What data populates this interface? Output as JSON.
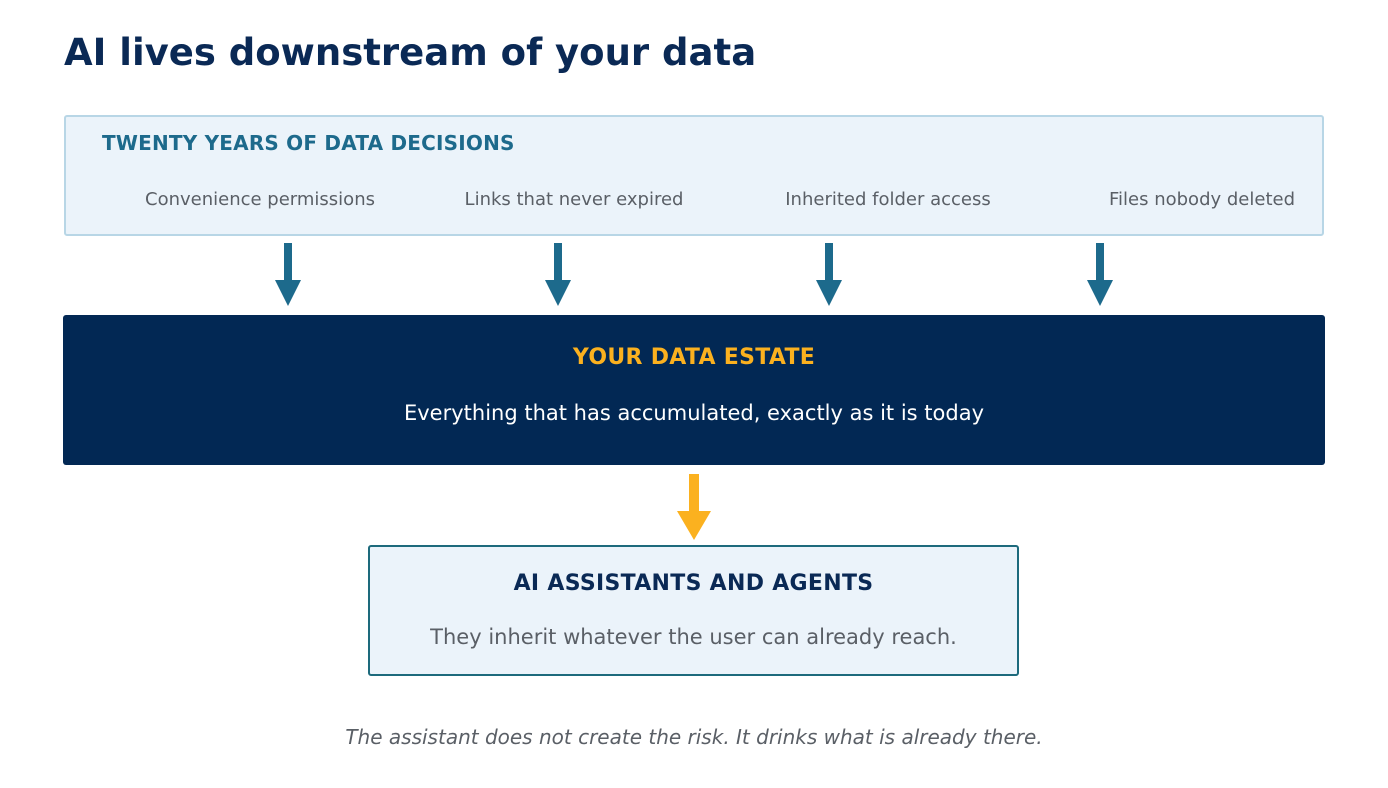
{
  "title": "AI lives downstream of your data",
  "decisions": {
    "heading": "TWENTY YEARS OF DATA DECISIONS",
    "items": [
      "Convenience permissions",
      "Links that never expired",
      "Inherited folder access",
      "Files nobody deleted"
    ]
  },
  "estate": {
    "heading": "YOUR DATA ESTATE",
    "subtitle": "Everything that has accumulated, exactly as it is today"
  },
  "agents": {
    "heading": "AI ASSISTANTS AND AGENTS",
    "subtitle": "They inherit whatever the user can already reach."
  },
  "footer": "The assistant does not create the risk. It drinks what is already there.",
  "colors": {
    "navy": "#022854",
    "teal": "#1d6a8c",
    "gold": "#fbb11f",
    "light_panel": "#ebf3fa",
    "muted_text": "#5a5f66"
  }
}
